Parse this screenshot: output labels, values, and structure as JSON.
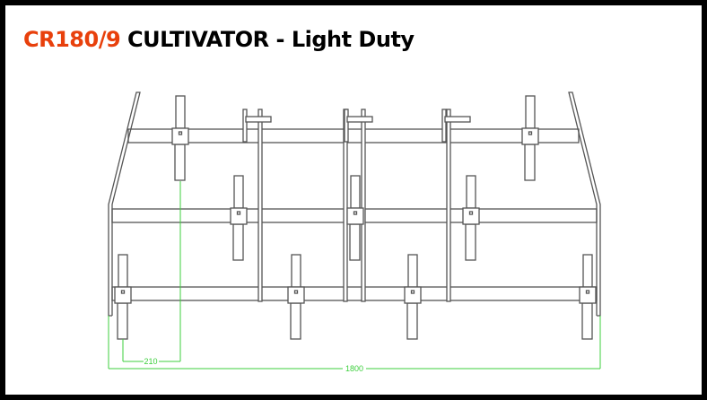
{
  "title": {
    "model": "CR180/9",
    "name": "CULTIVATOR - Light Duty"
  },
  "dimensions": {
    "tine_spacing": "210",
    "overall_width": "1800"
  },
  "colors": {
    "accent": "#e8400c",
    "dimension": "#3ccf3c",
    "drawing": "#555555"
  }
}
